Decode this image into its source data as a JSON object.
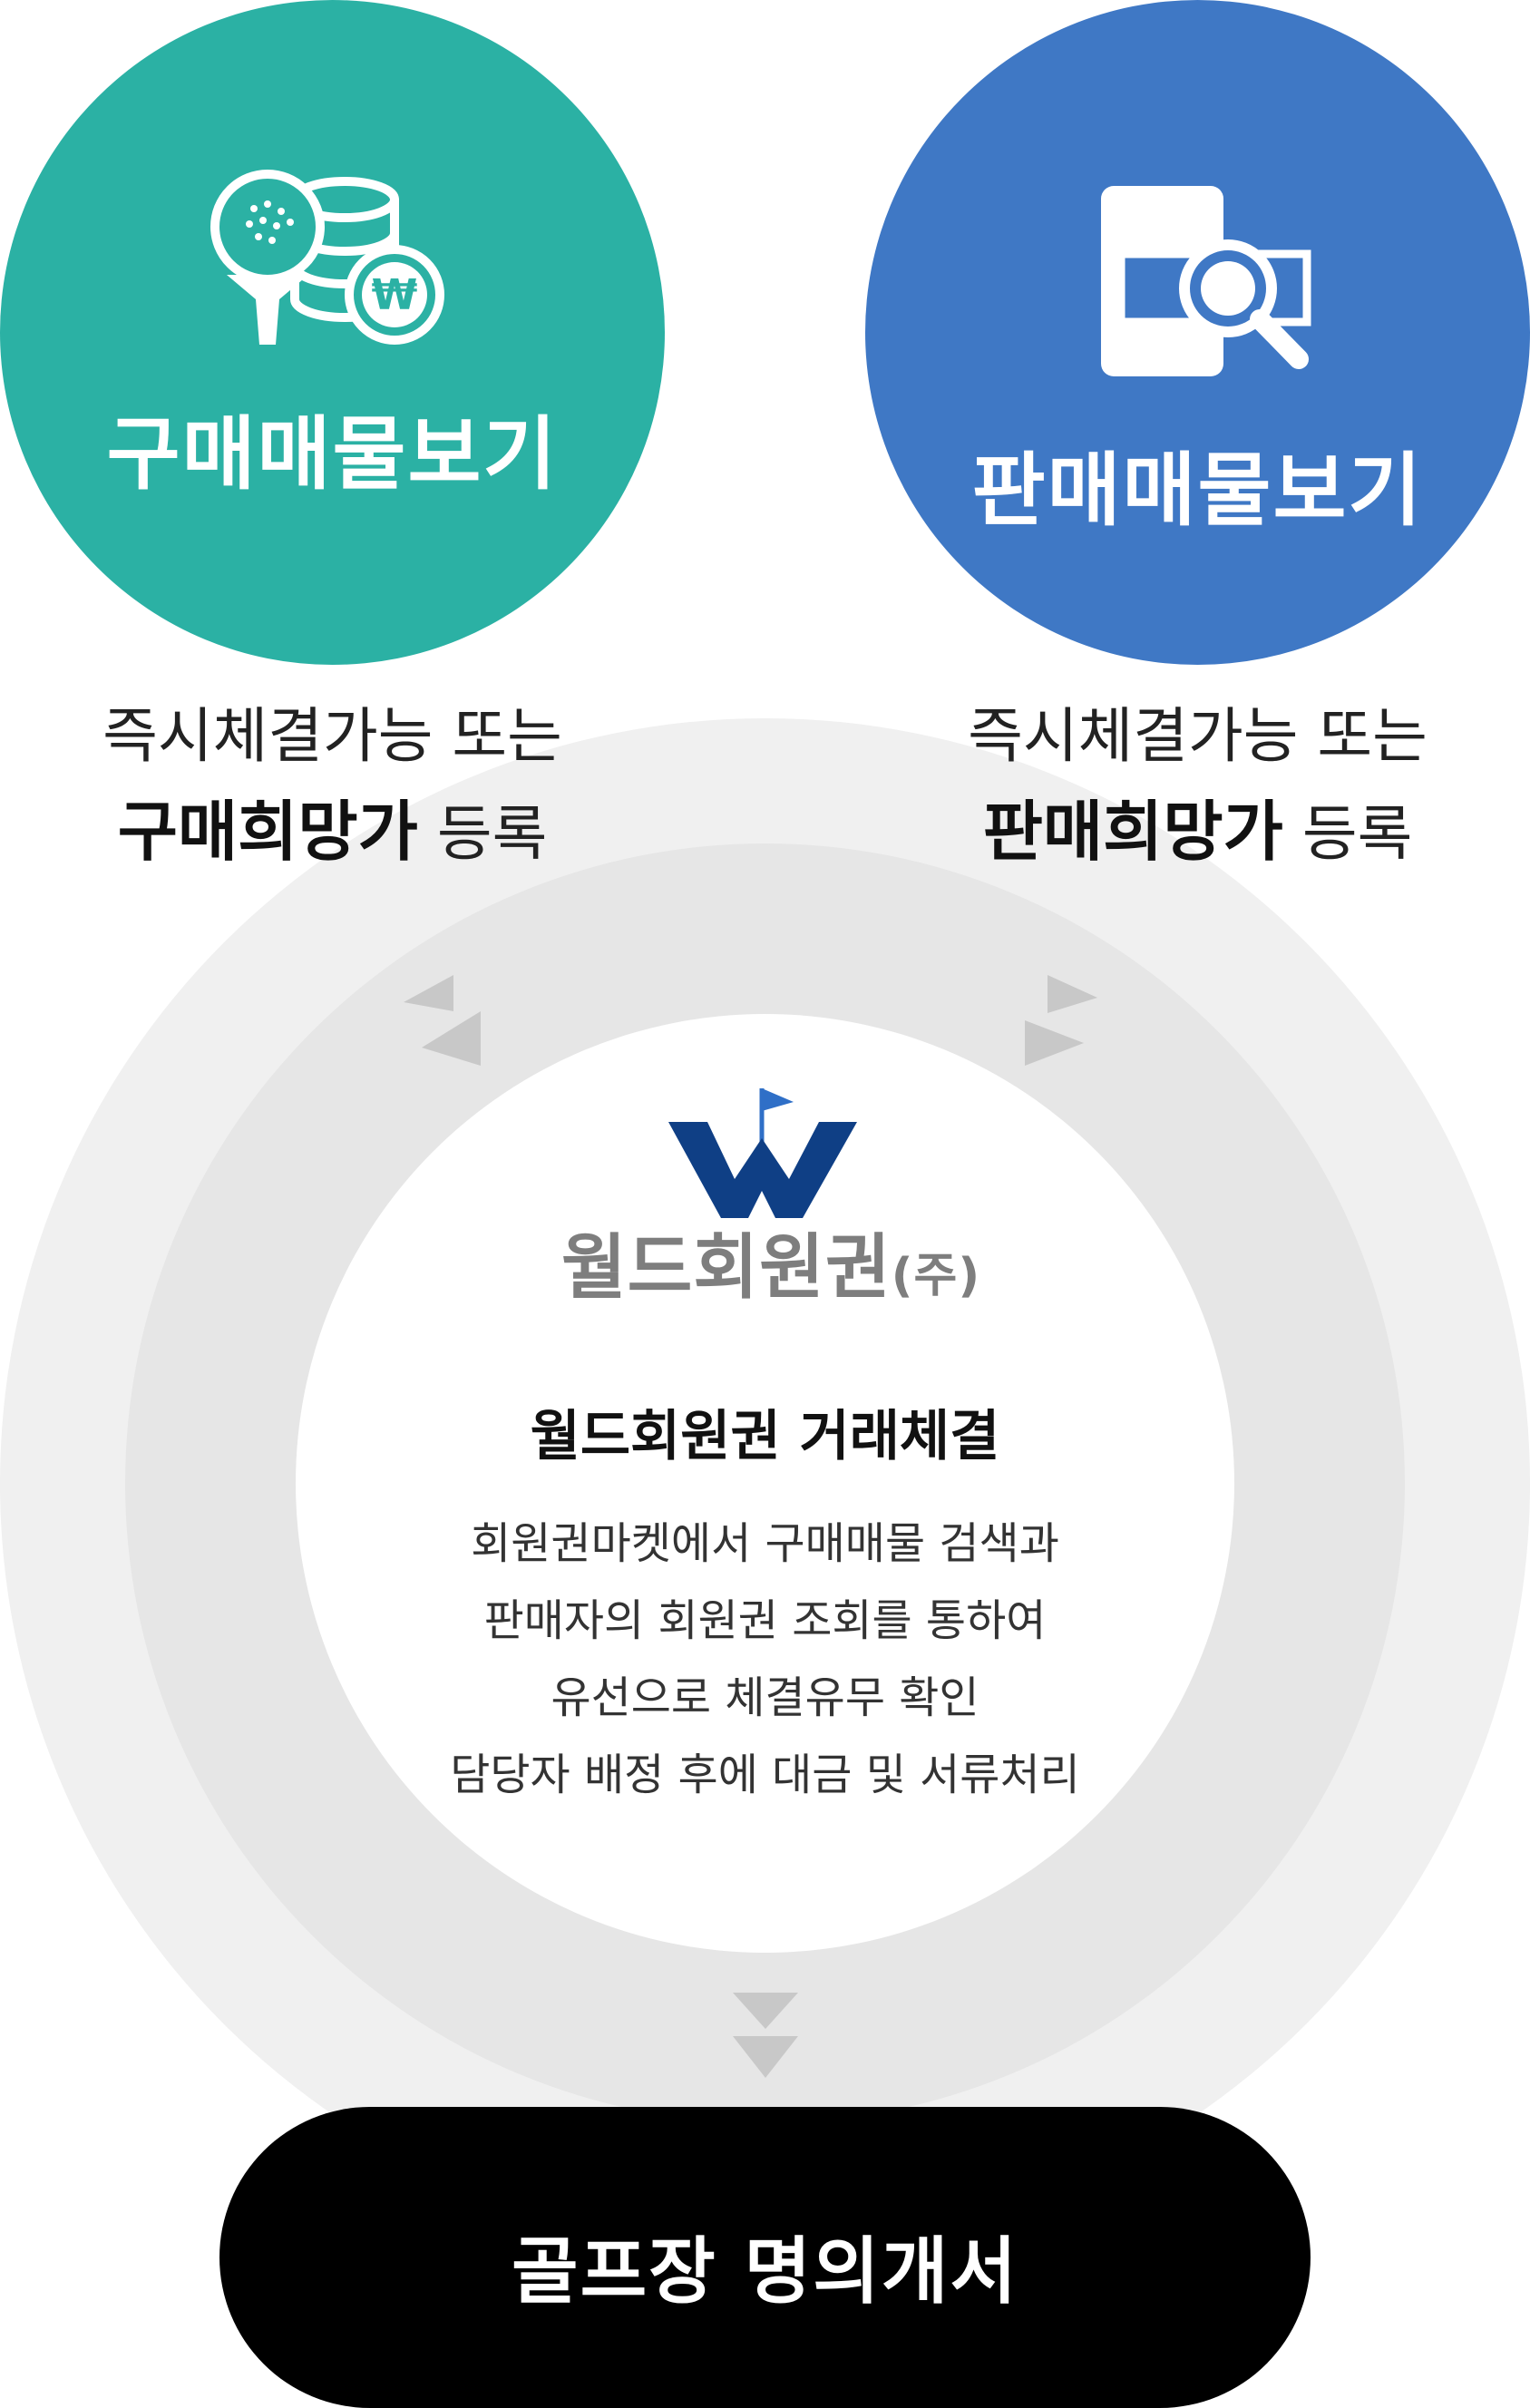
{
  "buy": {
    "title": "구매매물보기",
    "desc_line1": "즉시체결가능 또는",
    "desc_bold": "구매희망가",
    "desc_rest": " 등록",
    "icon": "golf-coins-won-icon",
    "color": "#2bb1a4"
  },
  "sell": {
    "title": "판매매물보기",
    "desc_line1": "즉시체결가능 또는",
    "desc_bold": "판매희망가",
    "desc_rest": " 등록",
    "icon": "mobile-search-icon",
    "color": "#3f78c5"
  },
  "logo": {
    "name": "월드회원권",
    "corp": "(주)",
    "mark_color": "#0f3f85",
    "flag_color": "#2f6fc7"
  },
  "center": {
    "title": "월드회원권 거래체결",
    "lines": [
      "회원권마켓에서 구매매물 검색과",
      "판매자의 회원권 조회를 통하여",
      "유선으로 체결유무 확인",
      "담당자 배정 후에 대금 및 서류처리"
    ]
  },
  "final": {
    "label": "골프장 명의개서"
  }
}
